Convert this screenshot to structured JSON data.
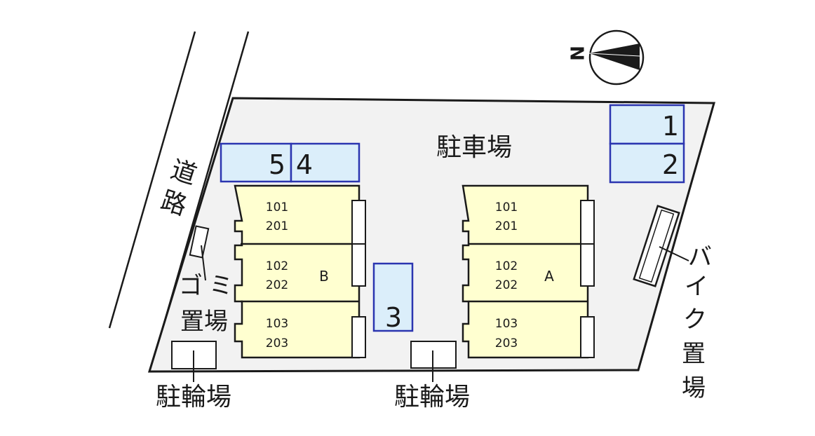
{
  "labels": {
    "road": [
      "道",
      "路"
    ],
    "parking": "駐車場",
    "garbage_line1": [
      "ゴ",
      "ミ"
    ],
    "garbage_line2": "置場",
    "bike_parking_left": "駐輪場",
    "bike_parking_center": "駐輪場",
    "motorcycle_parking": [
      "バ",
      "イ",
      "ク",
      "置",
      "場"
    ],
    "compass_letter": "N"
  },
  "parking_spaces": [
    "1",
    "2",
    "3",
    "4",
    "5"
  ],
  "buildings": {
    "B": {
      "name": "B",
      "units": [
        {
          "upper": "101",
          "lower": "201"
        },
        {
          "upper": "102",
          "lower": "202"
        },
        {
          "upper": "103",
          "lower": "203"
        }
      ]
    },
    "A": {
      "name": "A",
      "units": [
        {
          "upper": "101",
          "lower": "201"
        },
        {
          "upper": "102",
          "lower": "202"
        },
        {
          "upper": "103",
          "lower": "203"
        }
      ]
    }
  },
  "colors": {
    "lot_fill": "#f2f2f2",
    "building_fill": "#ffffd0",
    "parking_fill": "#dbeefa",
    "parking_stroke": "#2b35b0",
    "outline": "#1a1a1a"
  }
}
